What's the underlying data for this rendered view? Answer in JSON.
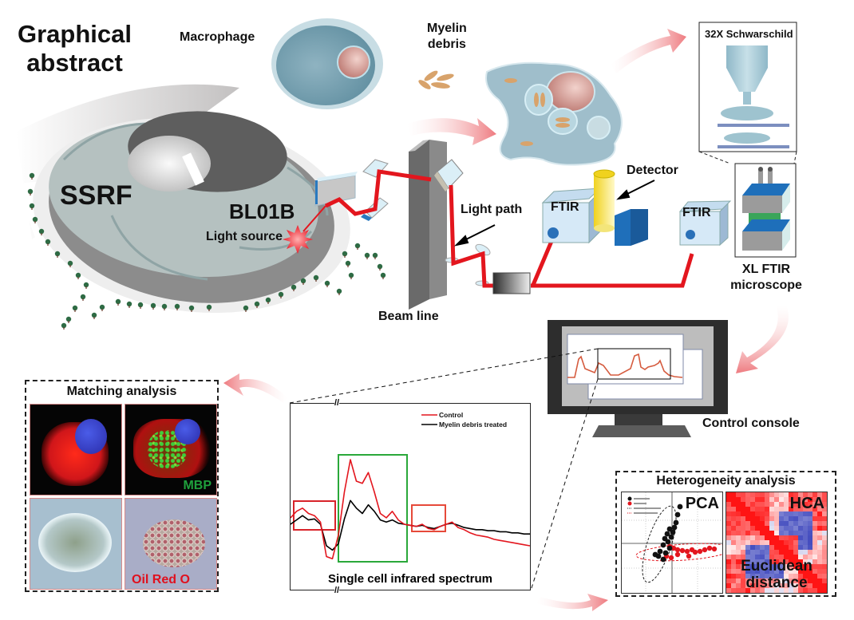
{
  "title": {
    "line1": "Graphical",
    "line2": "abstract"
  },
  "labels": {
    "macrophage": "Macrophage",
    "myelin_debris_1": "Myelin",
    "myelin_debris_2": "debris",
    "ssrf": "SSRF",
    "bl01b": "BL01B",
    "light_source": "Light source",
    "beam_line": "Beam line",
    "light_path": "Light path",
    "detector": "Detector",
    "ftir_1": "FTIR",
    "ftir_2": "FTIR",
    "schwarschild": "32X Schwarschild",
    "xl_ftir_1": "XL FTIR",
    "xl_ftir_2": "microscope",
    "control_console": "Control console"
  },
  "matching": {
    "title": "Matching analysis",
    "mbp_label": "MBP",
    "oil_red_label": "Oil Red O",
    "colors": {
      "mbp": "#1fa03c",
      "oil_red": "#e0101e"
    }
  },
  "spectrum": {
    "title": "Single cell infrared spectrum",
    "legend": [
      {
        "name": "Control",
        "color": "#e3161e"
      },
      {
        "name": "Myelin debris treated",
        "color": "#000000"
      }
    ],
    "highlight_colors": {
      "left": "#d8232a",
      "middle": "#2aa83a",
      "right": "#e64a3a"
    }
  },
  "heterogeneity": {
    "title": "Heterogeneity analysis",
    "pca_label": "PCA",
    "hca_label": "HCA",
    "euclid_1": "Euclidean",
    "euclid_2": "distance"
  },
  "colors": {
    "beam": "#e3161e",
    "arrow": "#f08a8e",
    "ftir_box": "#cfe6f5",
    "blue_block": "#1f6fba"
  },
  "chart_data": {
    "type": "line",
    "title": "Single cell infrared spectrum",
    "xlabel": "",
    "ylabel": "",
    "legend_position": "top-right",
    "x": [
      0,
      1,
      2,
      3,
      4,
      5,
      6,
      7,
      8,
      9,
      10,
      11,
      12,
      13,
      14,
      15,
      16,
      17,
      18,
      19,
      20,
      21,
      22,
      23,
      24,
      25,
      26,
      27,
      28,
      29,
      30,
      31,
      32,
      33,
      34,
      35,
      36,
      37,
      38,
      39,
      40
    ],
    "series": [
      {
        "name": "Control",
        "values": [
          0.46,
          0.52,
          0.55,
          0.5,
          0.48,
          0.42,
          0.1,
          0.08,
          0.3,
          0.7,
          1.0,
          0.8,
          0.78,
          0.88,
          0.7,
          0.5,
          0.46,
          0.52,
          0.44,
          0.4,
          0.39,
          0.38,
          0.4,
          0.36,
          0.35,
          0.38,
          0.4,
          0.42,
          0.37,
          0.35,
          0.32,
          0.3,
          0.29,
          0.28,
          0.26,
          0.25,
          0.24,
          0.23,
          0.22,
          0.21,
          0.2
        ]
      },
      {
        "name": "Myelin debris treated",
        "values": [
          0.4,
          0.44,
          0.48,
          0.44,
          0.45,
          0.4,
          0.2,
          0.16,
          0.22,
          0.45,
          0.62,
          0.55,
          0.5,
          0.58,
          0.52,
          0.44,
          0.42,
          0.44,
          0.41,
          0.4,
          0.39,
          0.38,
          0.39,
          0.37,
          0.36,
          0.38,
          0.4,
          0.41,
          0.39,
          0.37,
          0.36,
          0.35,
          0.35,
          0.34,
          0.34,
          0.33,
          0.33,
          0.32,
          0.32,
          0.31,
          0.31
        ]
      }
    ]
  }
}
